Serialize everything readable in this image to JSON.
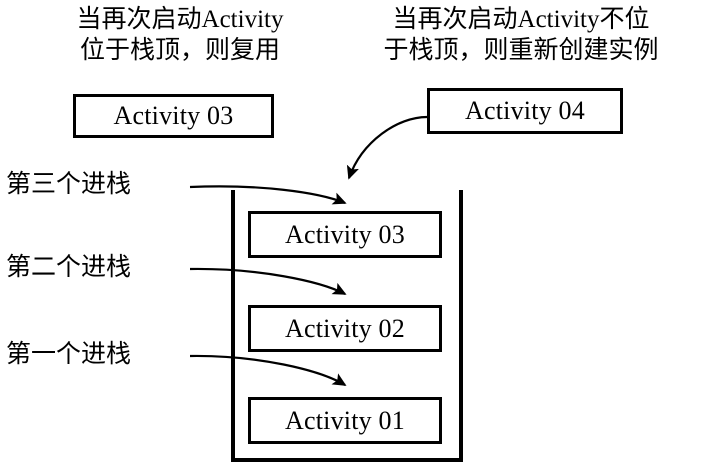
{
  "diagram": {
    "title_captions": {
      "left": {
        "line1": "当再次启动Activity",
        "line2": "位于栈顶，则复用"
      },
      "right": {
        "line1": "当再次启动Activity不位",
        "line2": "于栈顶，则重新创建实例"
      }
    },
    "top_boxes": {
      "reuse_activity": "Activity 03",
      "recreate_activity": "Activity 04"
    },
    "stack": {
      "items": [
        {
          "label": "Activity 03"
        },
        {
          "label": "Activity 02"
        },
        {
          "label": "Activity 01"
        }
      ]
    },
    "push_labels": [
      {
        "text": "第三个进栈"
      },
      {
        "text": "第二个进栈"
      },
      {
        "text": "第一个进栈"
      }
    ],
    "colors": {
      "stroke": "#000000",
      "background": "#ffffff"
    }
  }
}
